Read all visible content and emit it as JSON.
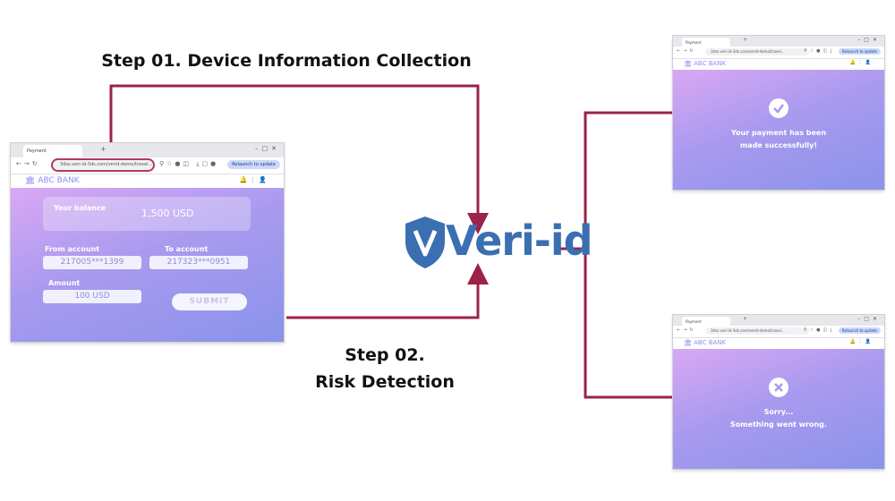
{
  "steps": {
    "step1": "Step 01. Device Information Collection",
    "step2_line1": "Step 02.",
    "step2_line2": "Risk Detection"
  },
  "logo": {
    "brand_prefix": "Veri-id",
    "icon": "shield-fingerprint-icon",
    "color": "#3a6fb2"
  },
  "connector_color": "#9b2348",
  "payment_window": {
    "tab_title": "Payment",
    "url": "3dss.veri-id-3ds.com/verid-demo/travel...",
    "relaunch": "Relaunch to update",
    "bank_name": "ABC BANK",
    "balance_label": "Your balance",
    "balance_value": "1,500 USD",
    "from_label": "From account",
    "from_value": "217005***1399",
    "to_label": "To account",
    "to_value": "217323***0951",
    "amount_label": "Amount",
    "amount_value": "100 USD",
    "submit": "SUBMIT"
  },
  "success_window": {
    "tab_title": "Payment",
    "url": "3dss.veri-id-3ds.com/verid-demo/travel...",
    "relaunch": "Relaunch to update",
    "bank_name": "ABC BANK",
    "icon": "checkmark-icon",
    "message_line1": "Your payment has been",
    "message_line2": "made successfully!"
  },
  "fail_window": {
    "tab_title": "Payment",
    "url": "3dss.veri-id-3ds.com/verid-demo/travel...",
    "relaunch": "Relaunch to update",
    "bank_name": "ABC BANK",
    "icon": "close-icon",
    "message_line1": "Sorry...",
    "message_line2": "Something went wrong."
  }
}
